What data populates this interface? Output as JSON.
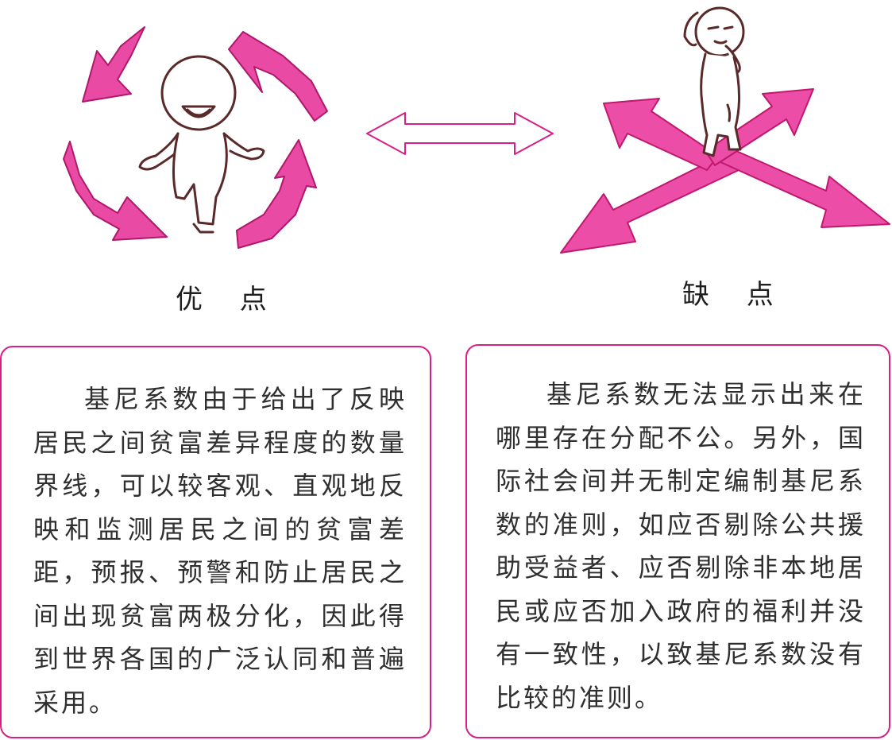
{
  "labels": {
    "advantages": "优 点",
    "disadvantages": "缺 点"
  },
  "cards": {
    "advantages_text": "基尼系数由于给出了反映居民之间贫富差异程度的数量界线，可以较客观、直观地反映和监测居民之间的贫富差距，预报、预警和防止居民之间出现贫富两极分化，因此得到世界各国的广泛认同和普遍采用。",
    "disadvantages_text": "基尼系数无法显示出来在哪里存在分配不公。另外，国际社会间并无制定编制基尼系数的准则，如应否剔除公共援助受益者、应否剔除非本地居民或应否加入政府的福利并没有一致性，以致基尼系数没有比较的准则。"
  },
  "colors": {
    "accent": "#e84aa4",
    "accent_dark": "#c0186f",
    "border": "#d81f86",
    "outline": "#5a2a2a"
  },
  "icons": [
    "cycle-arrows-icon",
    "happy-figure-icon",
    "double-arrow-icon",
    "crossroads-arrows-icon",
    "confused-figure-icon"
  ]
}
